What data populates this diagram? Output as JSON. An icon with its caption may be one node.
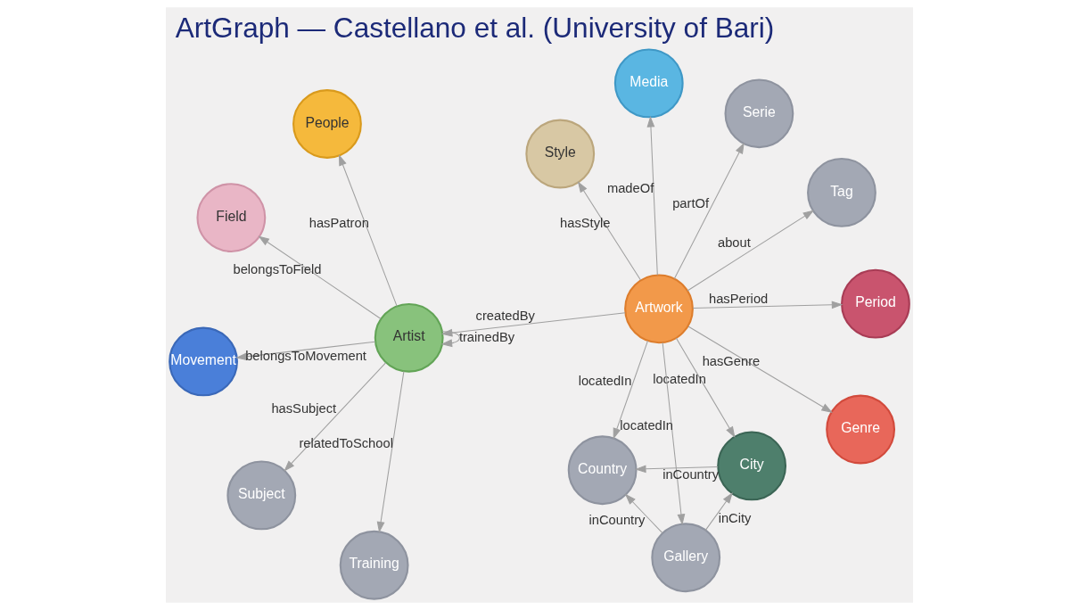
{
  "diagram": {
    "title": "ArtGraph — Castellano et al. (University of Bari)",
    "nodes": [
      {
        "text": [
          "Movement"
        ]
      },
      {
        "text": [
          "Tag"
        ]
      },
      {
        "text": [
          "Genre"
        ]
      },
      {
        "text": [
          "Style"
        ]
      },
      {
        "text": [
          "People"
        ]
      },
      {
        "text": [
          "Country"
        ]
      },
      {
        "text": [
          "Subject"
        ]
      },
      {
        "text": [
          "Artist"
        ]
      },
      {
        "text": [
          "Artwork"
        ]
      },
      {
        "text": [
          "City"
        ]
      },
      {
        "text": [
          "Gallery"
        ]
      },
      {
        "text": [
          "Field"
        ]
      },
      {
        "text": [
          "Training"
        ]
      },
      {
        "text": [
          "Serie"
        ]
      },
      {
        "text": [
          "Media"
        ]
      },
      {
        "text": [
          "Period"
        ]
      }
    ],
    "edges": [
      {
        "from": 7,
        "to": 0,
        "arrow": "to",
        "label": "belongsToMovement"
      },
      {
        "from": 7,
        "to": 4,
        "arrow": "to",
        "label": "hasPatron"
      },
      {
        "from": 7,
        "to": 7,
        "arrow": "to",
        "label": "trainedBy"
      },
      {
        "from": 7,
        "to": 6,
        "arrow": "to",
        "label": "hasSubject"
      },
      {
        "from": 7,
        "to": 11,
        "arrow": "to",
        "label": "belongsToField"
      },
      {
        "from": 7,
        "to": 12,
        "arrow": "to",
        "label": "relatedToSchool"
      },
      {
        "from": 8,
        "to": 7,
        "arrow": "to",
        "label": "createdBy"
      },
      {
        "from": 8,
        "to": 1,
        "arrow": "to",
        "label": "about"
      },
      {
        "from": 8,
        "to": 2,
        "arrow": "to",
        "label": "hasGenre"
      },
      {
        "from": 8,
        "to": 3,
        "arrow": "to",
        "label": "hasStyle"
      },
      {
        "from": 8,
        "to": 5,
        "arrow": "to",
        "label": "locatedIn"
      },
      {
        "from": 8,
        "to": 9,
        "arrow": "to",
        "label": "locatedIn"
      },
      {
        "from": 8,
        "to": 10,
        "arrow": "to",
        "label": "locatedIn"
      },
      {
        "from": 9,
        "to": 5,
        "arrow": "to",
        "label": "inCountry"
      },
      {
        "from": 10,
        "to": 9,
        "arrow": "to",
        "label": "inCity"
      },
      {
        "from": 10,
        "to": 5,
        "arrow": "to",
        "label": "inCountry"
      },
      {
        "from": 8,
        "to": 13,
        "arrow": "to",
        "label": "partOf"
      },
      {
        "from": 8,
        "to": 14,
        "arrow": "to",
        "label": "madeOf"
      },
      {
        "from": 8,
        "to": 15,
        "arrow": "to",
        "label": "hasPeriod"
      }
    ]
  }
}
